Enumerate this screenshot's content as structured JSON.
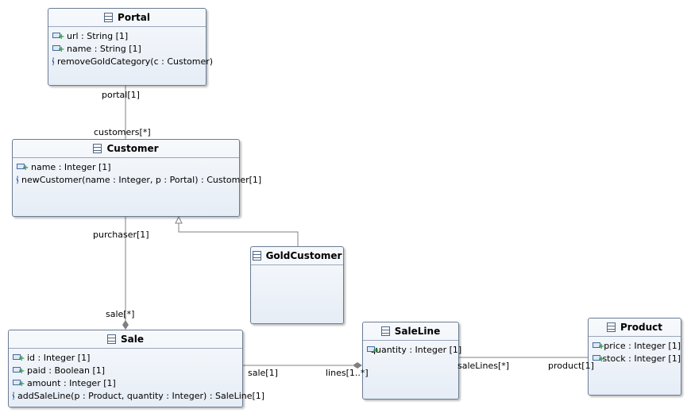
{
  "classes": {
    "portal": {
      "name": "Portal",
      "members": [
        {
          "kind": "attribute",
          "text": "url : String [1]"
        },
        {
          "kind": "attribute",
          "text": "name : String [1]"
        },
        {
          "kind": "operation",
          "text": "removeGoldCategory(c : Customer)"
        }
      ]
    },
    "customer": {
      "name": "Customer",
      "members": [
        {
          "kind": "attribute",
          "text": "name : Integer [1]"
        },
        {
          "kind": "operation",
          "text": "newCustomer(name : Integer, p : Portal) : Customer[1]"
        }
      ]
    },
    "goldcustomer": {
      "name": "GoldCustomer",
      "members": []
    },
    "sale": {
      "name": "Sale",
      "members": [
        {
          "kind": "attribute",
          "text": "id : Integer [1]"
        },
        {
          "kind": "attribute",
          "text": "paid : Boolean [1]"
        },
        {
          "kind": "attribute",
          "text": "amount : Integer [1]"
        },
        {
          "kind": "operation",
          "text": "addSaleLine(p : Product, quantity : Integer) : SaleLine[1]"
        }
      ]
    },
    "saleline": {
      "name": "SaleLine",
      "members": [
        {
          "kind": "attribute",
          "text": "quantity : Integer [1]"
        }
      ]
    },
    "product": {
      "name": "Product",
      "members": [
        {
          "kind": "attribute",
          "text": "price : Integer [1]"
        },
        {
          "kind": "attribute",
          "text": "stock : Integer [1]"
        }
      ]
    }
  },
  "association_labels": {
    "portal": "portal[1]",
    "customers": "customers[*]",
    "purchaser": "purchaser[1]",
    "sale_end": "sale[*]",
    "sale_one": "sale[1]",
    "lines": "lines[1..*]",
    "saleLines": "saleLines[*]",
    "product": "product[1]"
  },
  "icons": {
    "class": "class-icon",
    "attribute": "attribute-icon",
    "operation": "operation-icon"
  },
  "colors": {
    "border": "#6b7c93",
    "fill_top": "#f7f9fc",
    "fill_bottom": "#e6edf6",
    "line": "#808080",
    "plus": "#1f9a2a"
  }
}
